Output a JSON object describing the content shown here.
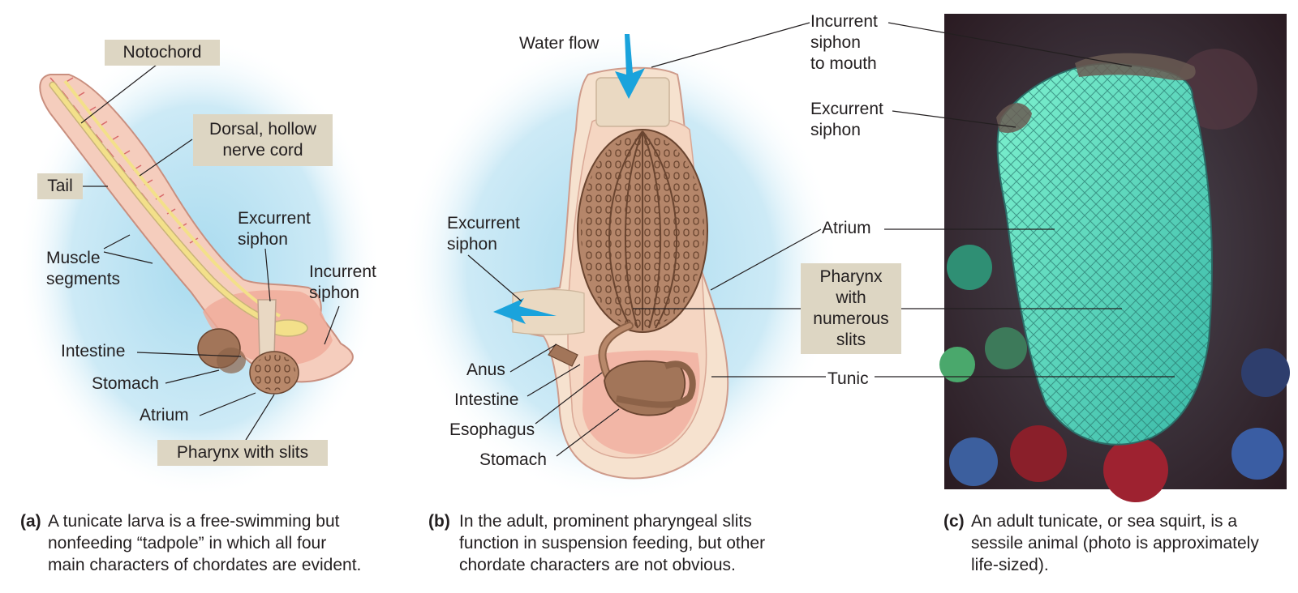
{
  "panel_a": {
    "labels": {
      "notochord": "Notochord",
      "nerve_cord": "Dorsal, hollow\nnerve cord",
      "tail": "Tail",
      "muscle_segments": "Muscle\nsegments",
      "excurrent_siphon": "Excurrent\nsiphon",
      "incurrent_siphon": "Incurrent\nsiphon",
      "intestine": "Intestine",
      "stomach": "Stomach",
      "atrium": "Atrium",
      "pharynx": "Pharynx with slits"
    },
    "caption_letter": "(a)",
    "caption": "A tunicate larva is a free-swimming but\nnonfeeding “tadpole” in which all four\nmain characters of chordates are evident."
  },
  "panel_b": {
    "labels": {
      "water_flow": "Water flow",
      "excurrent_siphon": "Excurrent\nsiphon",
      "anus": "Anus",
      "intestine": "Intestine",
      "esophagus": "Esophagus",
      "stomach": "Stomach"
    },
    "caption_letter": "(b)",
    "caption": "In the adult, prominent pharyngeal slits\nfunction in suspension feeding, but other\nchordate characters are not obvious."
  },
  "panel_c": {
    "labels": {
      "incurrent_siphon": "Incurrent\nsiphon\nto mouth",
      "excurrent_siphon": "Excurrent\nsiphon",
      "atrium": "Atrium",
      "pharynx": "Pharynx\nwith\nnumerous\nslits",
      "tunic": "Tunic"
    },
    "caption_letter": "(c)",
    "caption": "An adult tunicate, or sea squirt, is a\nsessile animal (photo is approximately\nlife-sized)."
  },
  "colors": {
    "label_box": "#ddd6c3",
    "water_halo": "#a9dbef",
    "body_pink": "#f6c9b7",
    "tunic_cream": "#f6e2cf",
    "organ_brown": "#a27559",
    "notochord_yellow": "#f3e08a",
    "water_arrow": "#1aa3dc",
    "photo_tunic": "#5fe0c0"
  }
}
